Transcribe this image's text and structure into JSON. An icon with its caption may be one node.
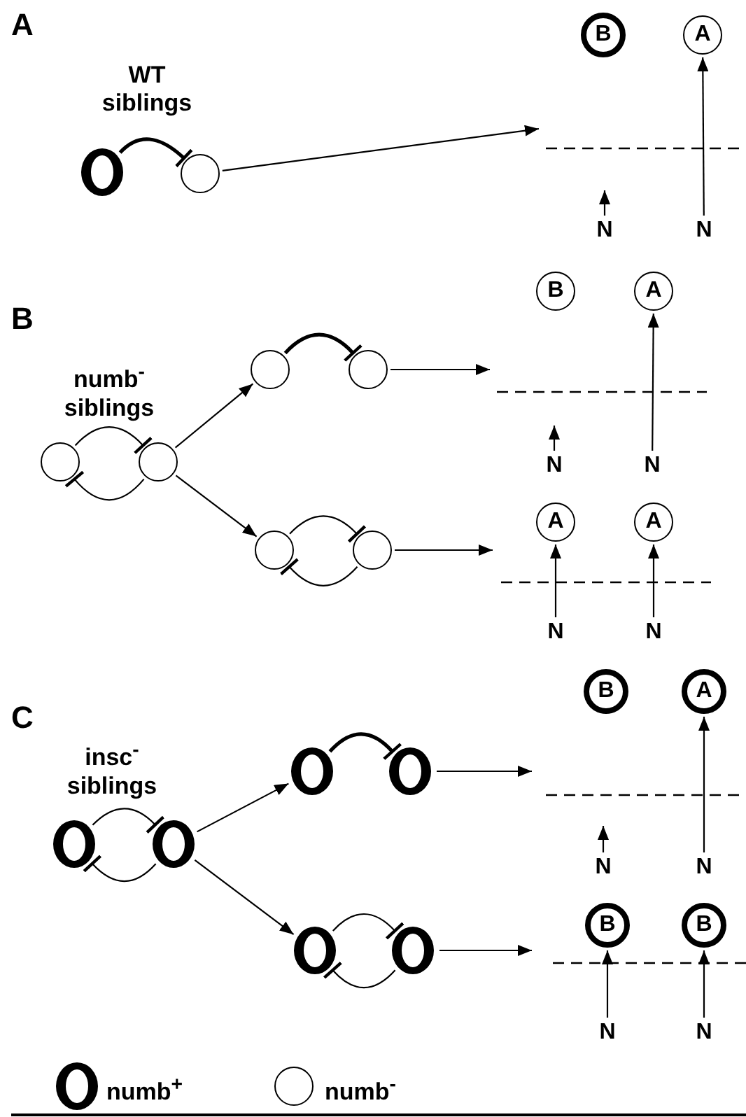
{
  "diagram": {
    "nodes": [
      {
        "text": [],
        "shape": "circle"
      },
      {
        "text": [],
        "shape": "circle"
      },
      {
        "text": [
          "B"
        ]
      },
      {
        "text": [
          "A"
        ]
      },
      {
        "text": [
          "N"
        ]
      },
      {
        "text": [
          "N"
        ]
      },
      {
        "text": [],
        "shape": "circle"
      },
      {
        "text": [],
        "shape": "circle"
      },
      {
        "text": [],
        "shape": "circle"
      },
      {
        "text": [],
        "shape": "circle"
      },
      {
        "text": [],
        "shape": "circle"
      },
      {
        "text": [],
        "shape": "circle"
      },
      {
        "text": [
          "B"
        ]
      },
      {
        "text": [
          "A"
        ]
      },
      {
        "text": [
          "N"
        ]
      },
      {
        "text": [
          "N"
        ]
      },
      {
        "text": [
          "A"
        ]
      },
      {
        "text": [
          "A"
        ]
      },
      {
        "text": [
          "N"
        ]
      },
      {
        "text": [
          "N"
        ]
      },
      {
        "text": [],
        "shape": "circle"
      },
      {
        "text": [],
        "shape": "circle"
      },
      {
        "text": [],
        "shape": "circle"
      },
      {
        "text": [],
        "shape": "circle"
      },
      {
        "text": [],
        "shape": "circle"
      },
      {
        "text": [],
        "shape": "circle"
      },
      {
        "text": [
          "B"
        ]
      },
      {
        "text": [
          "A"
        ]
      },
      {
        "text": [
          "N"
        ]
      },
      {
        "text": [
          "N"
        ]
      },
      {
        "text": [
          "B"
        ]
      },
      {
        "text": [
          "B"
        ]
      },
      {
        "text": [
          "N"
        ]
      },
      {
        "text": [
          "N"
        ]
      }
    ],
    "edges": [
      {
        "from": 0,
        "to": 1,
        "arrow": "other",
        "style": "thick"
      },
      {
        "from": 1,
        "to": null,
        "arrow": "to"
      },
      {
        "from": 4,
        "to": null,
        "arrow": "to"
      },
      {
        "from": 5,
        "to": 3,
        "arrow": "to"
      },
      {
        "from": 6,
        "to": 7,
        "arrow": "other"
      },
      {
        "from": 7,
        "to": 6,
        "arrow": "other"
      },
      {
        "from": 7,
        "to": 8,
        "arrow": "to"
      },
      {
        "from": 7,
        "to": 10,
        "arrow": "to"
      },
      {
        "from": 8,
        "to": 9,
        "arrow": "other",
        "style": "thick"
      },
      {
        "from": 9,
        "to": null,
        "arrow": "to"
      },
      {
        "from": 10,
        "to": 11,
        "arrow": "other"
      },
      {
        "from": 11,
        "to": 10,
        "arrow": "other"
      },
      {
        "from": 11,
        "to": null,
        "arrow": "to"
      },
      {
        "from": 14,
        "to": null,
        "arrow": "to"
      },
      {
        "from": 15,
        "to": 13,
        "arrow": "to"
      },
      {
        "from": 18,
        "to": 16,
        "arrow": "to"
      },
      {
        "from": 19,
        "to": 17,
        "arrow": "to"
      },
      {
        "from": 20,
        "to": 21,
        "arrow": "other"
      },
      {
        "from": 21,
        "to": 20,
        "arrow": "other"
      },
      {
        "from": 21,
        "to": 22,
        "arrow": "to"
      },
      {
        "from": 21,
        "to": 24,
        "arrow": "to"
      },
      {
        "from": 22,
        "to": 23,
        "arrow": "other",
        "style": "thick"
      },
      {
        "from": 23,
        "to": null,
        "arrow": "to"
      },
      {
        "from": 24,
        "to": 25,
        "arrow": "other"
      },
      {
        "from": 25,
        "to": 24,
        "arrow": "other"
      },
      {
        "from": 25,
        "to": null,
        "arrow": "to"
      },
      {
        "from": 28,
        "to": null,
        "arrow": "to"
      },
      {
        "from": 29,
        "to": 27,
        "arrow": "to"
      },
      {
        "from": 32,
        "to": 30,
        "arrow": "to"
      },
      {
        "from": 33,
        "to": 31,
        "arrow": "to"
      }
    ],
    "labels": [
      "A",
      "WT siblings",
      "B",
      "numb$^{-}$ siblings",
      "C",
      "insc$^{-}$ siblings"
    ],
    "legend": [
      {
        "text": "numb$^{+}$"
      },
      {
        "text": "numb$^{-}$"
      }
    ]
  }
}
